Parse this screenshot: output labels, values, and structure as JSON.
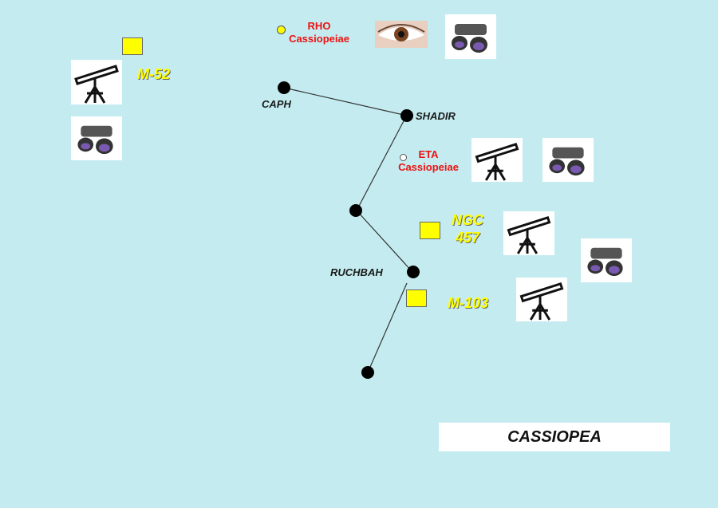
{
  "title": "CASSIOPEA",
  "stars": {
    "caph": "CAPH",
    "shadir": "SHADIR",
    "ruchbah": "RUCHBAH"
  },
  "named_stars": {
    "rho": [
      "RHO",
      "Cassiopeiae"
    ],
    "eta": [
      "ETA",
      "Cassiopeiae"
    ]
  },
  "objects": {
    "m52": "M-52",
    "ngc457_line1": "NGC",
    "ngc457_line2": "457",
    "m103": "M-103"
  },
  "icons": [
    "telescope-icon",
    "binoculars-icon",
    "eye-icon"
  ],
  "colors": {
    "background": "#c4ecf0",
    "object_marker": "#ffff00",
    "star_label_red": "#ee1111"
  }
}
